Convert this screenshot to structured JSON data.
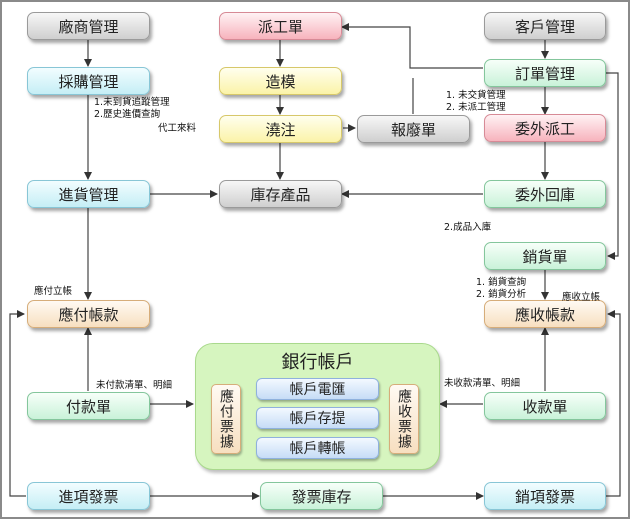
{
  "nodes": {
    "vendor_mgmt": "廠商管理",
    "dispatch_order": "派工單",
    "customer_mgmt": "客戶管理",
    "purchase_mgmt": "採購管理",
    "molding": "造模",
    "order_mgmt": "訂單管理",
    "casting": "澆注",
    "scrap_report": "報廢單",
    "outsource_dispatch": "委外派工",
    "receiving_mgmt": "進貨管理",
    "inventory": "庫存產品",
    "outsource_return": "委外回庫",
    "sales_order": "銷貨單",
    "payables": "應付帳款",
    "receivables": "應收帳款",
    "payment_slip": "付款單",
    "receipt_slip": "收款單",
    "purchase_invoice": "進項發票",
    "invoice_stock": "發票庫存",
    "sales_invoice": "銷項發票"
  },
  "bank": {
    "title": "銀行帳戶",
    "payable_slip": "應付票據",
    "receivable_slip": "應收票據",
    "remittance": "帳戶電匯",
    "deposit_withdraw": "帳戶存提",
    "transfer": "帳戶轉帳"
  },
  "notes": {
    "purchase_1": "1.未到貨追蹤管理",
    "purchase_2": "2.歷史進價查詢",
    "contract_material": "代工來料",
    "order_1": "1. 未交貨管理",
    "order_2": "2. 未派工管理",
    "finished_in": "2.成品入庫",
    "sales_1": "1. 銷貨查詢",
    "sales_2": "2. 銷貨分析",
    "payable_post": "應付立帳",
    "receivable_post": "應收立帳",
    "unpaid_list": "未付款清單、明細",
    "unreceived_list": "未收款清單、明細"
  }
}
